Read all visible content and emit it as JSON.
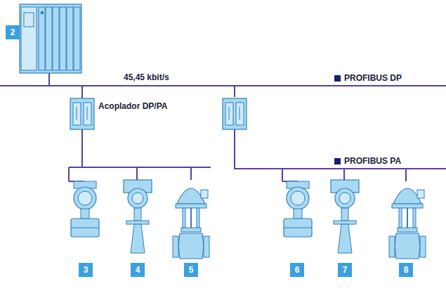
{
  "diagram": {
    "nodes": [
      {
        "text": [
          "Acoplador DP/PA"
        ]
      }
    ],
    "edges": [],
    "labels": [
      "2",
      "45,45 kbit/s",
      "3",
      "4",
      "5",
      "6",
      "7",
      "8"
    ],
    "legend": [
      {
        "text": "PROFIBUS DP",
        "color": "#1e1e6e"
      },
      {
        "text": "PROFIBUS PA",
        "color": "#1e1e6e"
      }
    ]
  }
}
